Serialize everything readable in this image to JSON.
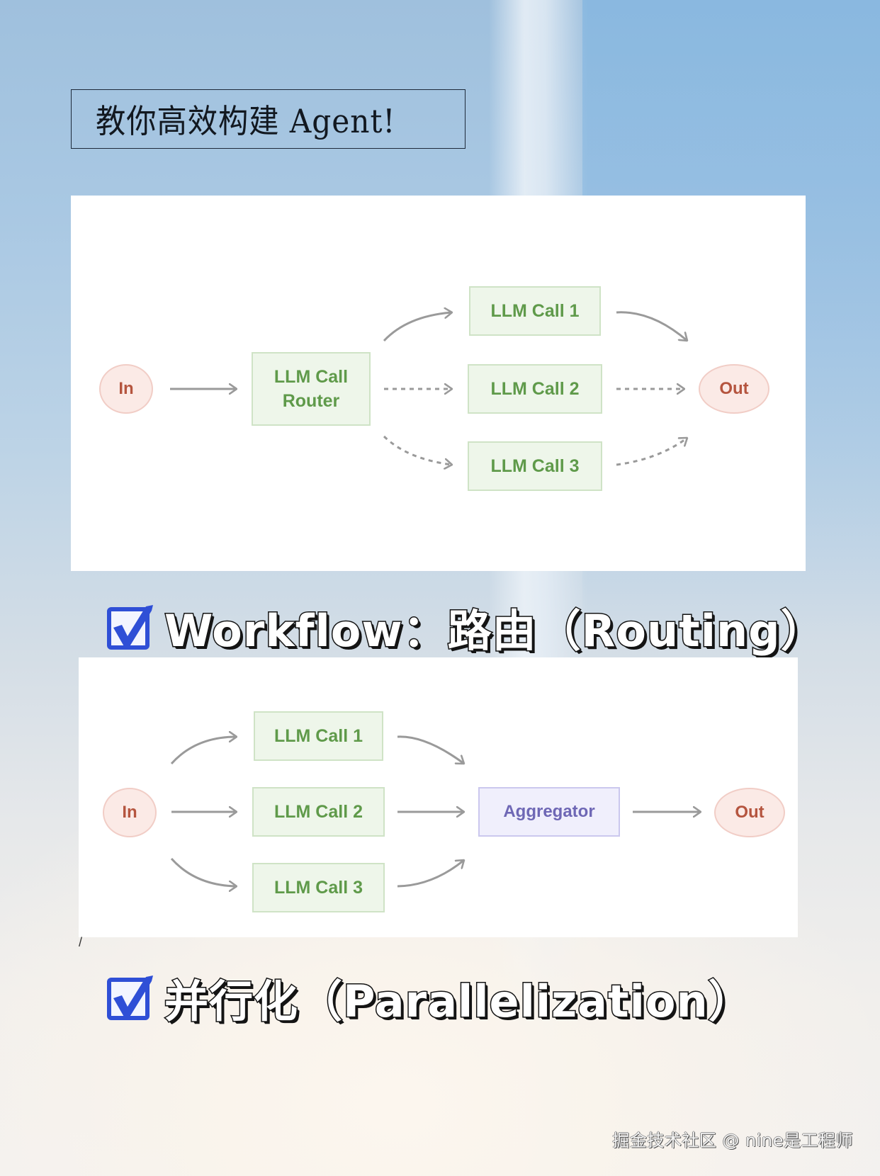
{
  "header": {
    "title": "教你高效构建 Agent!"
  },
  "routing": {
    "heading": "Workflow：路由（Routing）",
    "heading_icon": "checkbox-checked-icon",
    "nodes": {
      "in": "In",
      "router": "LLM Call Router",
      "router_line1": "LLM Call",
      "router_line2": "Router",
      "call1": "LLM Call 1",
      "call2": "LLM Call 2",
      "call3": "LLM Call 3",
      "out": "Out"
    },
    "edges": [
      {
        "from": "In",
        "to": "LLM Call Router",
        "style": "solid"
      },
      {
        "from": "LLM Call Router",
        "to": "LLM Call 1",
        "style": "solid"
      },
      {
        "from": "LLM Call Router",
        "to": "LLM Call 2",
        "style": "dashed"
      },
      {
        "from": "LLM Call Router",
        "to": "LLM Call 3",
        "style": "dashed"
      },
      {
        "from": "LLM Call 1",
        "to": "Out",
        "style": "solid"
      },
      {
        "from": "LLM Call 2",
        "to": "Out",
        "style": "dashed"
      },
      {
        "from": "LLM Call 3",
        "to": "Out",
        "style": "dashed"
      }
    ]
  },
  "parallelization": {
    "heading": "并行化（Parallelization）",
    "heading_icon": "checkbox-checked-icon",
    "nodes": {
      "in": "In",
      "call1": "LLM Call 1",
      "call2": "LLM Call 2",
      "call3": "LLM Call 3",
      "aggregator": "Aggregator",
      "out": "Out"
    },
    "edges": [
      {
        "from": "In",
        "to": "LLM Call 1",
        "style": "solid"
      },
      {
        "from": "In",
        "to": "LLM Call 2",
        "style": "solid"
      },
      {
        "from": "In",
        "to": "LLM Call 3",
        "style": "solid"
      },
      {
        "from": "LLM Call 1",
        "to": "Aggregator",
        "style": "solid"
      },
      {
        "from": "LLM Call 2",
        "to": "Aggregator",
        "style": "solid"
      },
      {
        "from": "LLM Call 3",
        "to": "Aggregator",
        "style": "solid"
      },
      {
        "from": "Aggregator",
        "to": "Out",
        "style": "solid"
      }
    ]
  },
  "misc": {
    "stray_mark": "/"
  },
  "footer": {
    "watermark": "掘金技术社区 @ nine是工程师"
  },
  "colors": {
    "io_fill": "#fbeae6",
    "io_text": "#b5553f",
    "llm_fill": "#eef6ea",
    "llm_text": "#5f9a4a",
    "aggregator_fill": "#f0effc",
    "aggregator_text": "#6e67b5",
    "arrow": "#9a9a9a",
    "check_blue": "#2f4fd6"
  }
}
